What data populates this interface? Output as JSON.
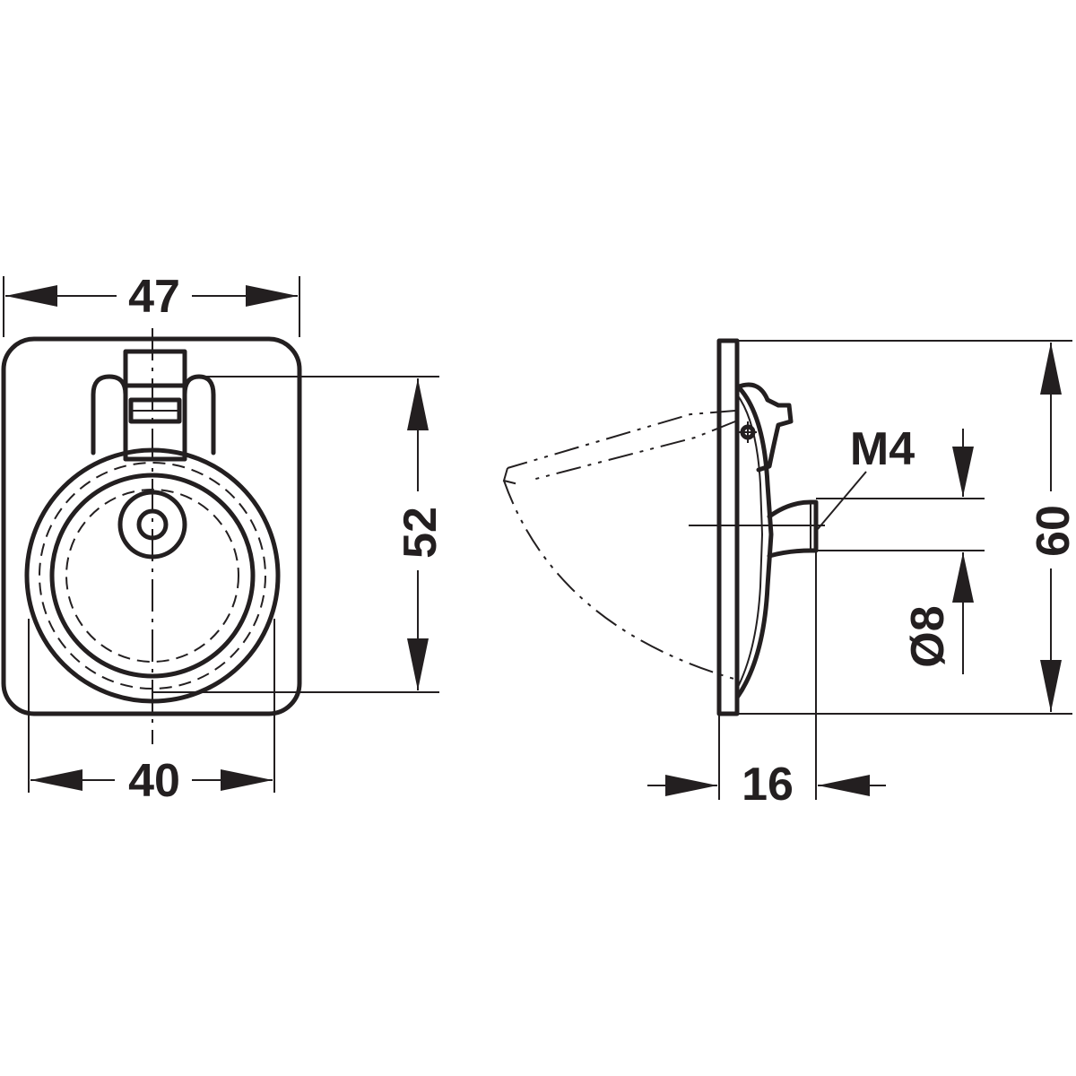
{
  "dimensions": {
    "front_width_top": "47",
    "front_height": "52",
    "front_width_bottom": "40",
    "side_thread": "M4",
    "side_diameter": "Ø8",
    "side_height": "60",
    "side_depth": "16"
  }
}
